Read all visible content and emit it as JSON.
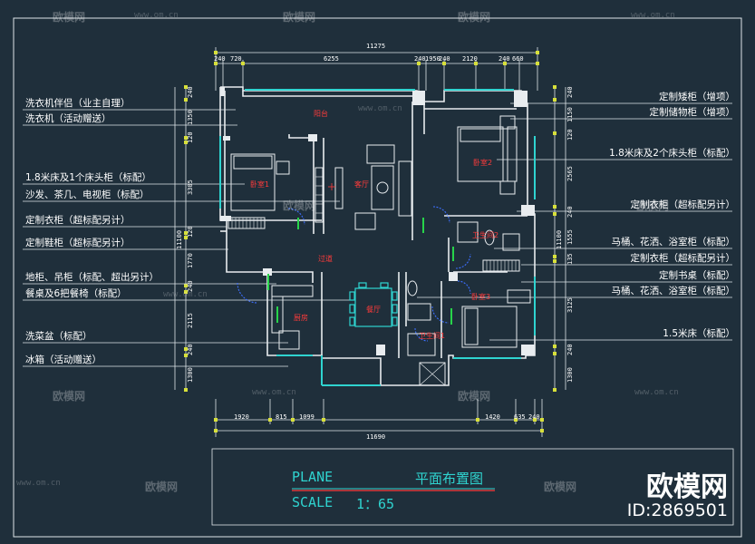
{
  "drawing": {
    "title_en": "PLANE",
    "title_cn": "平面布置图",
    "scale_label": "SCALE",
    "scale_value": "1：65"
  },
  "brand": {
    "name": "欧模网",
    "id": "ID:2869501"
  },
  "watermark": {
    "logo": "欧模网",
    "site": "www.om.cn"
  },
  "dimensions": {
    "top_total": "11275",
    "top_segments": [
      "240",
      "720",
      "6255",
      "240",
      "1950",
      "240",
      "2120",
      "240",
      "660"
    ],
    "bottom_total": "11690",
    "bottom_segments": [
      "1920",
      "815",
      "1099",
      "1420",
      "635",
      "240"
    ],
    "left_total": "11100",
    "left_segments": [
      "240",
      "1350",
      "120",
      "3305",
      "120",
      "1770",
      "240",
      "2115",
      "240",
      "1300"
    ],
    "right_total": "11100",
    "right_segments": [
      "240",
      "1150",
      "120",
      "2565",
      "240",
      "1555",
      "135",
      "3125",
      "240",
      "1300"
    ]
  },
  "rooms": [
    "阳台",
    "卧室1",
    "客厅",
    "卧室2",
    "卫生间2",
    "过道",
    "厨房",
    "餐厅",
    "卫生间1",
    "卧室3"
  ],
  "notes_left": [
    "洗衣机伴侣（业主自理）",
    "洗衣机（活动赠送）",
    "1.8米床及1个床头柜（标配）",
    "沙发、茶几、电视柜（标配）",
    "定制衣柜（超标配另计）",
    "定制鞋柜（超标配另计）",
    "地柜、吊柜（标配、超出另计）",
    "餐桌及6把餐椅（标配）",
    "洗菜盆（标配）",
    "冰箱（活动赠送）"
  ],
  "notes_right": [
    "定制矮柜（增项）",
    "定制储物柜（增项）",
    "1.8米床及2个床头柜（标配）",
    "定制衣柜（超标配另计）",
    "马桶、花洒、浴室柜（标配）",
    "定制衣柜（超标配另计）",
    "定制书桌（标配）",
    "马桶、花洒、浴室柜（标配）",
    "1.5米床（标配）"
  ]
}
